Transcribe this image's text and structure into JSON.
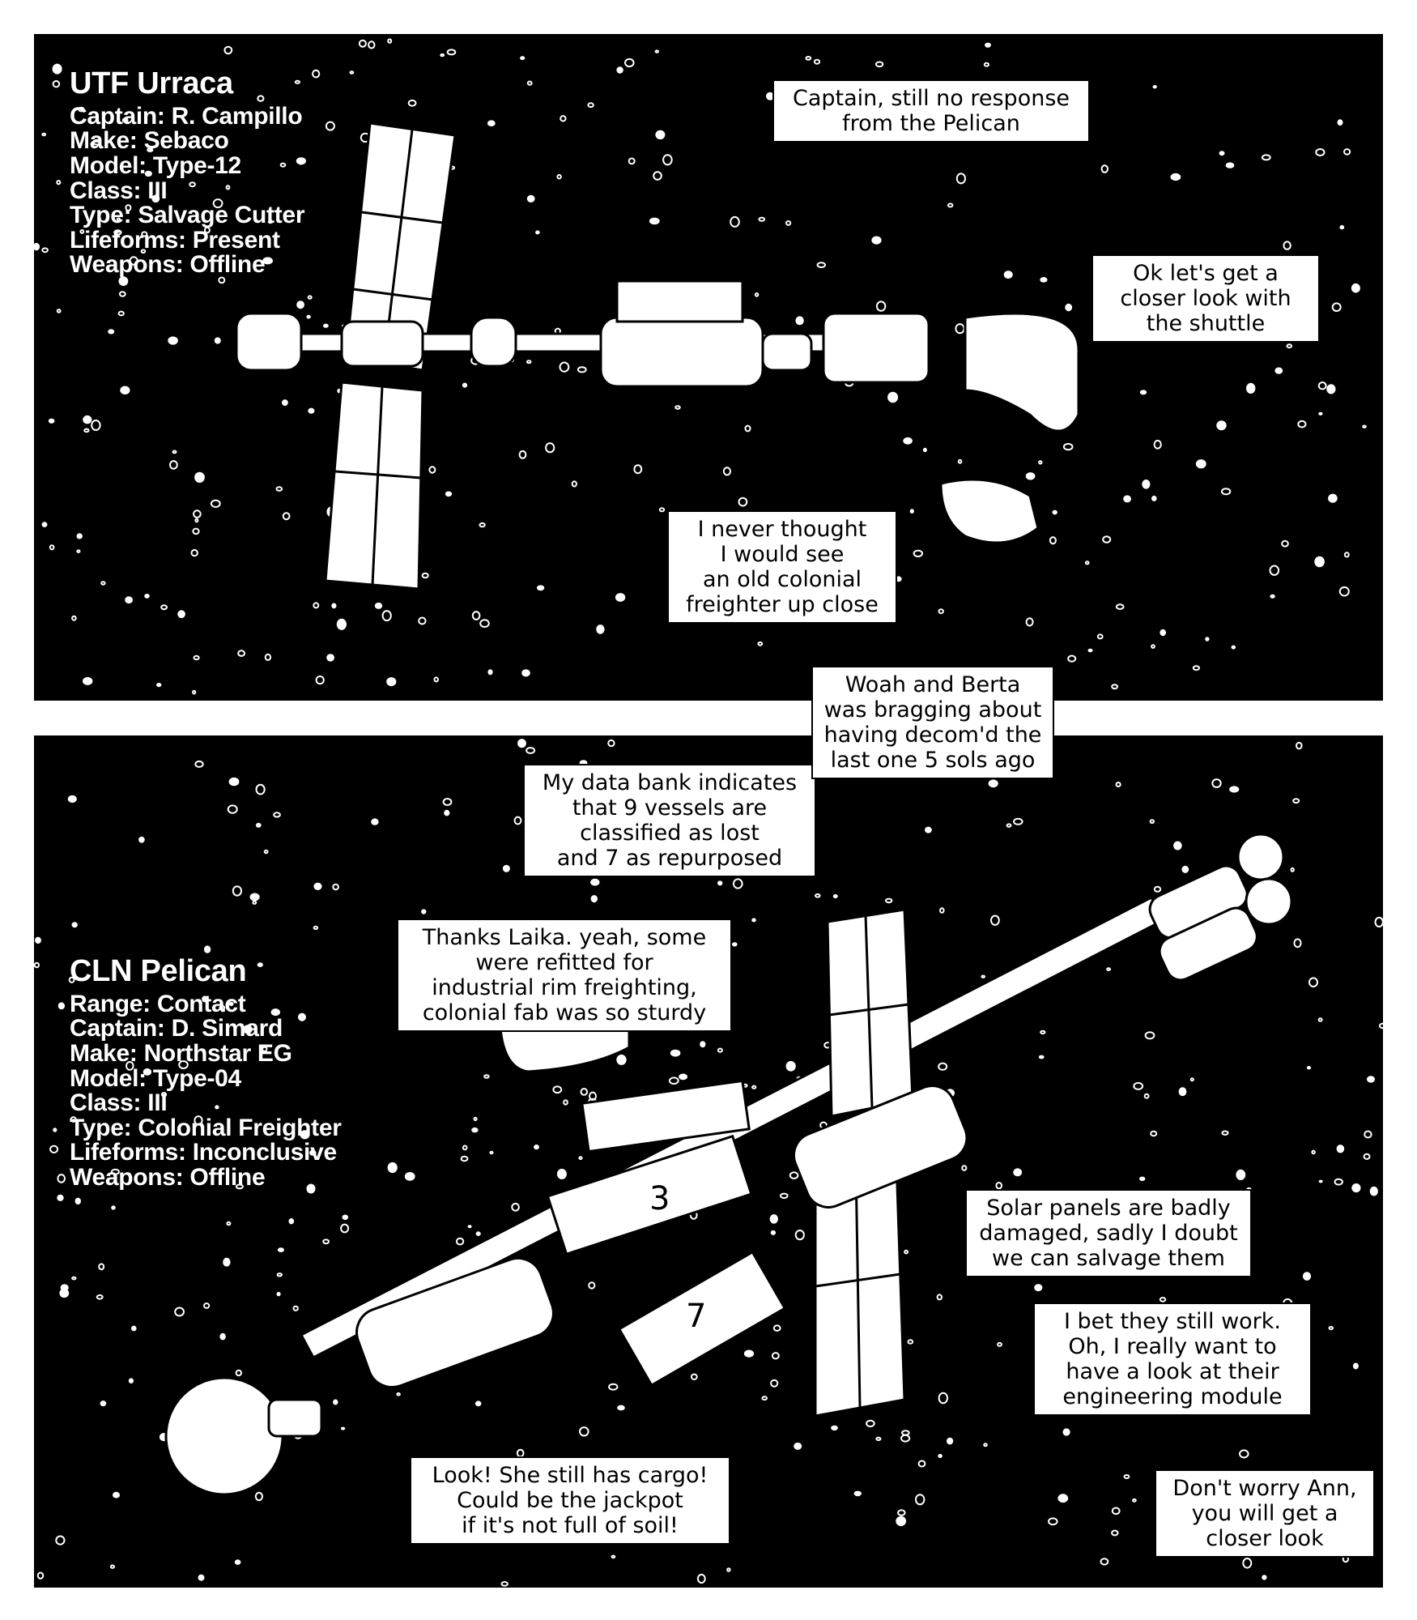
{
  "panel1": {
    "ship": {
      "name": "UTF Urraca",
      "lines": [
        "Captain: R. Campillo",
        "Make: Sebaco",
        "Model: Type-12",
        "Class: III",
        "Type: Salvage Cutter",
        "Lifeforms: Present",
        "Weapons: Offline"
      ]
    },
    "dialogue": [
      [
        "Captain, still no response",
        "from the Pelican"
      ],
      [
        "Ok let's get a",
        "closer look with",
        "the shuttle"
      ],
      [
        "I never thought",
        "I would see",
        "an old colonial",
        "freighter up close"
      ]
    ]
  },
  "between": {
    "dialogue": [
      [
        "Woah and Berta",
        "was bragging about",
        "having decom'd the",
        "last one 5 sols ago"
      ]
    ]
  },
  "panel2": {
    "ship": {
      "name": "CLN Pelican",
      "lines": [
        "Range: Contact",
        "Captain: D. Simard",
        "Make: Northstar EG",
        "Model: Type-04",
        "Class: III",
        "Type: Colonial Freighter",
        "Lifeforms: Inconclusive",
        "Weapons: Offline"
      ]
    },
    "dialogue": [
      [
        "My data bank indicates",
        "that 9 vessels are",
        "classified as lost",
        "and 7 as repurposed"
      ],
      [
        "Thanks Laika. yeah, some",
        "were refitted for",
        "industrial rim freighting,",
        "colonial fab was so sturdy"
      ],
      [
        "Solar panels are badly",
        "damaged, sadly I doubt",
        "we can salvage them"
      ],
      [
        "I bet they still work.",
        "Oh, I really want to",
        "have a look at their",
        "engineering module"
      ],
      [
        "Look! She still has cargo!",
        "Could be the jackpot",
        "if it's not full of soil!"
      ],
      [
        "Don't worry Ann,",
        "you will get a",
        "closer look"
      ]
    ],
    "cargo_markings": [
      "3",
      "7"
    ]
  }
}
